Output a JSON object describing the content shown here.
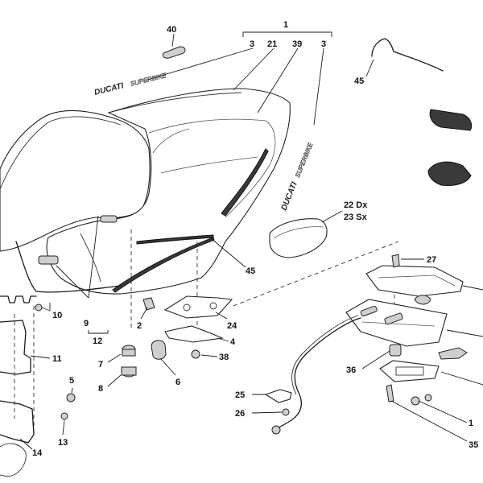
{
  "labels": {
    "l1": "1",
    "l3a": "3",
    "l21": "21",
    "l39": "39",
    "l3b": "3",
    "l40": "40",
    "l45a": "45",
    "l45b": "45",
    "l22": "22 Dx",
    "l23": "23 Sx",
    "l27": "27",
    "l9": "9",
    "l12": "12",
    "l10": "10",
    "l11": "11",
    "l2": "2",
    "l24": "24",
    "l4": "4",
    "l38": "38",
    "l7": "7",
    "l8": "8",
    "l6": "6",
    "l5": "5",
    "l13": "13",
    "l14": "14",
    "l25": "25",
    "l26": "26",
    "l36": "36",
    "l35": "35",
    "l1b": "1"
  },
  "decals": {
    "brand": "DUCATI",
    "model": "SUPERBIKE"
  }
}
